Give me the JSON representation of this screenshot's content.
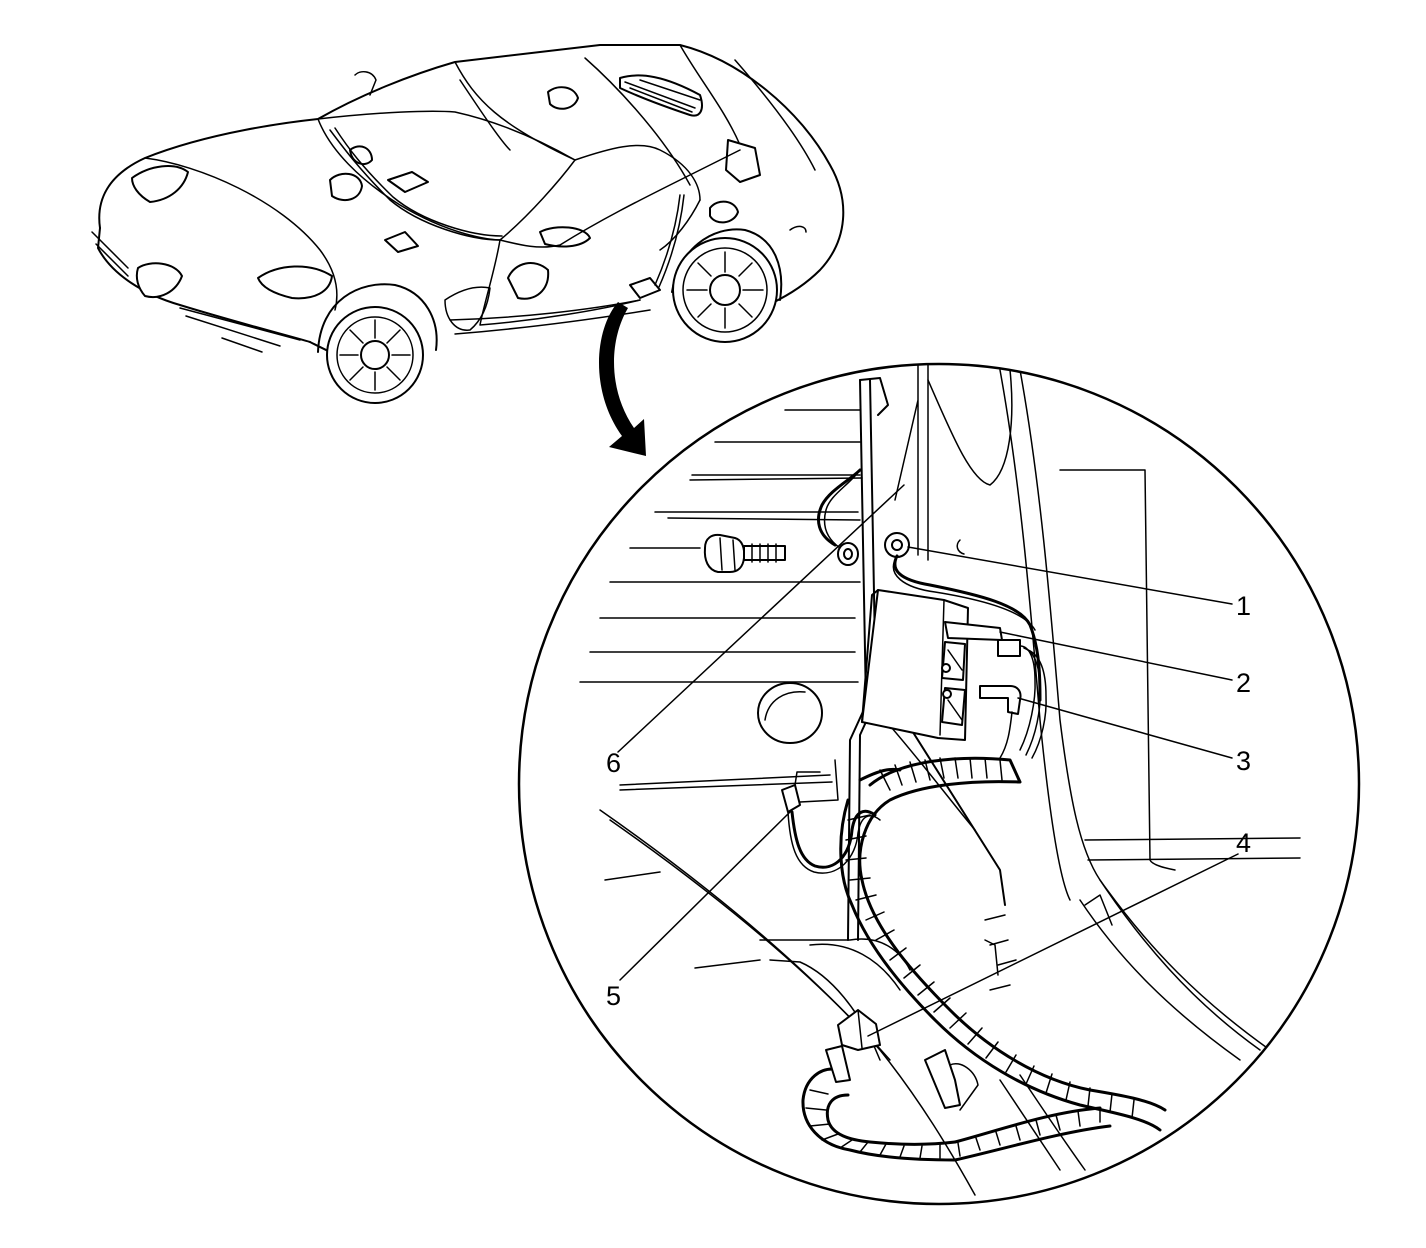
{
  "callouts": [
    {
      "id": "1",
      "label": "1"
    },
    {
      "id": "2",
      "label": "2"
    },
    {
      "id": "3",
      "label": "3"
    },
    {
      "id": "4",
      "label": "4"
    },
    {
      "id": "5",
      "label": "5"
    },
    {
      "id": "6",
      "label": "6"
    }
  ],
  "colors": {
    "line": "#000000",
    "background": "#ffffff"
  }
}
